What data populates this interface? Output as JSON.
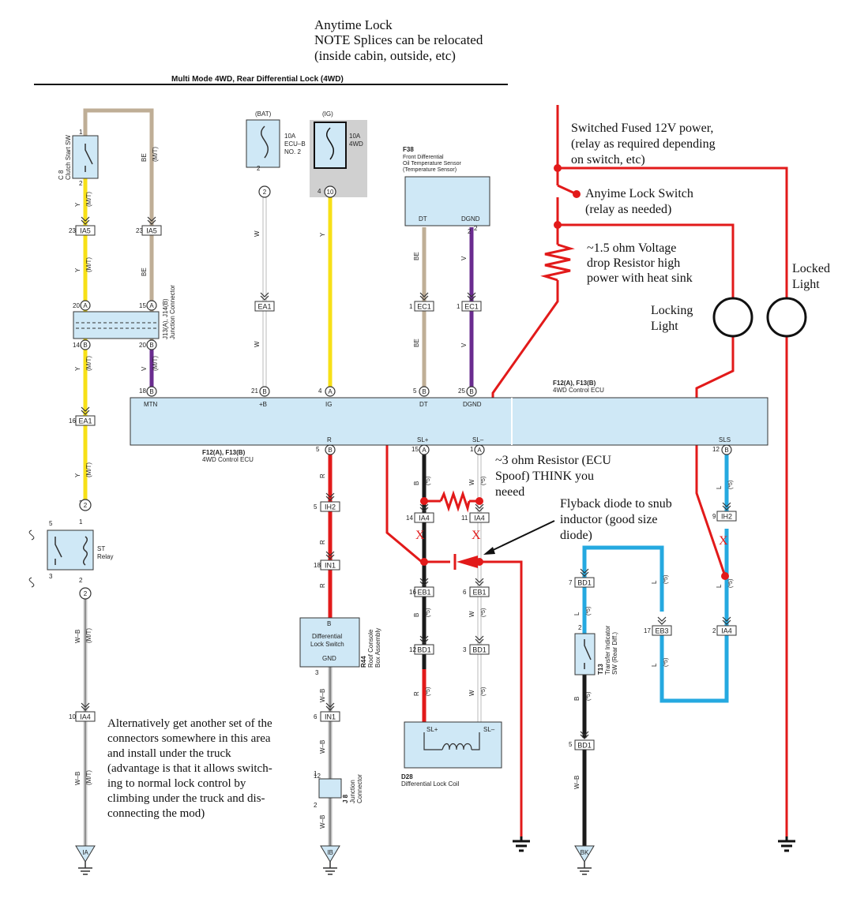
{
  "header": {
    "note_lines": [
      "Anytime Lock",
      "NOTE Splices can be relocated",
      "(inside cabin, outside, etc)"
    ],
    "title": "Multi Mode 4WD, Rear Differential Lock (4WD)"
  },
  "annotations": {
    "switched_power": [
      "Switched Fused 12V power,",
      "(relay as required depending",
      "on switch, etc)"
    ],
    "anytime_switch": [
      "Anyime Lock Switch",
      "(relay as needed)"
    ],
    "resistor": [
      "~1.5 ohm Voltage",
      "drop Resistor high",
      "power with heat sink"
    ],
    "locking_light": [
      "Locking",
      "Light"
    ],
    "locked_light": [
      "Locked",
      "Light"
    ],
    "ecu_spoof": [
      "~3 ohm Resistor (ECU",
      "Spoof) THINK you",
      "neeed"
    ],
    "flyback": [
      "Flyback diode to snub",
      "inductor (good size",
      "diode)"
    ],
    "alternatively": [
      "Alternatively get another set of the",
      "connectors somewhere in this area",
      "and install under the truck",
      "(advantage is that it allows switch-",
      "ing to normal lock control by",
      "climbing under the truck and dis-",
      "connecting the mod)"
    ],
    "cut_mark": "X"
  },
  "components": {
    "clutch_sw": [
      "C 8",
      "Clutch Start SW"
    ],
    "fuse_bat": {
      "source": "(BAT)",
      "lines": [
        "10A",
        "ECU–B",
        "NO. 2"
      ]
    },
    "fuse_ig": {
      "source": "(IG)",
      "lines": [
        "10A",
        "4WD"
      ]
    },
    "f38": [
      "F38",
      "Front Differential",
      "Oil Temperature Sensor",
      "(Temperature Sensor)"
    ],
    "sensor_pins": [
      "DT",
      "DGND"
    ],
    "junction": [
      "J13(A), J14(B)",
      "Junction Connector"
    ],
    "ecu_top_label": [
      "F12(A), F13(B)",
      "4WD Control ECU"
    ],
    "ecu_bottom_label": [
      "F12(A), F13(B)",
      "4WD Control ECU"
    ],
    "ecu_top_pins": [
      "MTN",
      "+B",
      "IG",
      "DT",
      "DGND"
    ],
    "ecu_bottom_pins": [
      "R",
      "SL+",
      "SL–",
      "SLS"
    ],
    "st_relay": [
      "ST",
      "Relay"
    ],
    "diff_switch": [
      "Differential",
      "Lock Switch"
    ],
    "diff_switch_pins": [
      "B",
      "GND"
    ],
    "r44": [
      "R44",
      "Roof Console",
      "Box Assembly"
    ],
    "j8": [
      "J 8",
      "Junction",
      "Connector"
    ],
    "d28": [
      "D28",
      "Differential Lock Coil"
    ],
    "coil_pins": [
      "SL+",
      "SL–"
    ],
    "t13": [
      "T13",
      "Transfer Indicator",
      "SW (Rear Diff.)"
    ]
  },
  "connectors": [
    "IA5",
    "IA5",
    "EA1",
    "EC1",
    "EC1",
    "EA1",
    "IH2",
    "IN1",
    "IA4",
    "IA4",
    "EB1",
    "EB1",
    "BD1",
    "BD1",
    "IN1",
    "IA4",
    "IH2",
    "BD1",
    "EB3",
    "IA4",
    "BD1"
  ],
  "pin_numbers": [
    "1",
    "2",
    "23",
    "23",
    "20",
    "15",
    "14",
    "20",
    "18",
    "16",
    "2",
    "1",
    "5",
    "3",
    "2",
    "10",
    "2",
    "4",
    "21",
    "4",
    "5",
    "25",
    "2",
    "1",
    "1",
    "5",
    "15",
    "1",
    "5",
    "14",
    "11",
    "18",
    "16",
    "6",
    "12",
    "3",
    "6",
    "12",
    "1",
    "2",
    "3",
    "2",
    "12",
    "9",
    "7",
    "17",
    "2",
    "5",
    "2"
  ],
  "wire_codes": [
    "Y",
    "BE",
    "V",
    "W",
    "B",
    "W–B",
    "R",
    "L",
    "(M/T)",
    "(*5)"
  ],
  "grounds": [
    "IA",
    "IB",
    "BK"
  ],
  "colors": {
    "red": "#e21a1a",
    "yellow": "#f7e017",
    "tan": "#bfae96",
    "purple": "#6a2c8f",
    "blue": "#25a9e0",
    "black": "#1a1a1a",
    "box_fill": "#cfe8f6",
    "ig_shade": "#d0d0d0"
  },
  "legend_words": {
    "wire_codes": [
      "Y",
      "BE",
      "V",
      "W",
      "B",
      "W–B",
      "R",
      "L"
    ],
    "option_codes": [
      "(M/T)",
      "(*5)"
    ]
  }
}
